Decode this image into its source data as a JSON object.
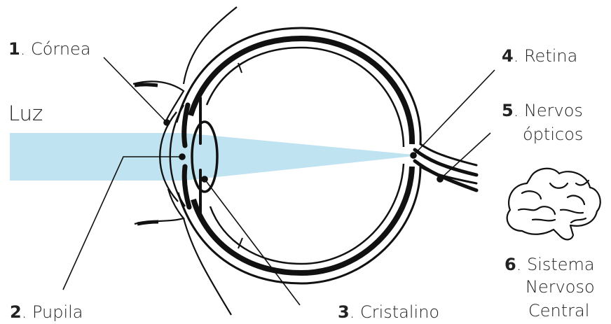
{
  "labels": {
    "light": "Luz",
    "cornea": {
      "num": "1",
      "text": ". Córnea"
    },
    "pupil": {
      "num": "2",
      "text": ". Pupila"
    },
    "lens": {
      "num": "3",
      "text": ". Cristalino"
    },
    "retina": {
      "num": "4",
      "text": ". Retina"
    },
    "optic_nerves": {
      "num": "5",
      "text": ". Nervos",
      "line2": "ópticos"
    },
    "cns": {
      "num": "6",
      "text": ". Sistema",
      "line2": "Nervoso",
      "line3": "Central"
    }
  },
  "colors": {
    "light_beam": "#bfe3f1",
    "stroke": "#111111",
    "text": "#222222"
  },
  "icons": [
    "brain-icon"
  ]
}
